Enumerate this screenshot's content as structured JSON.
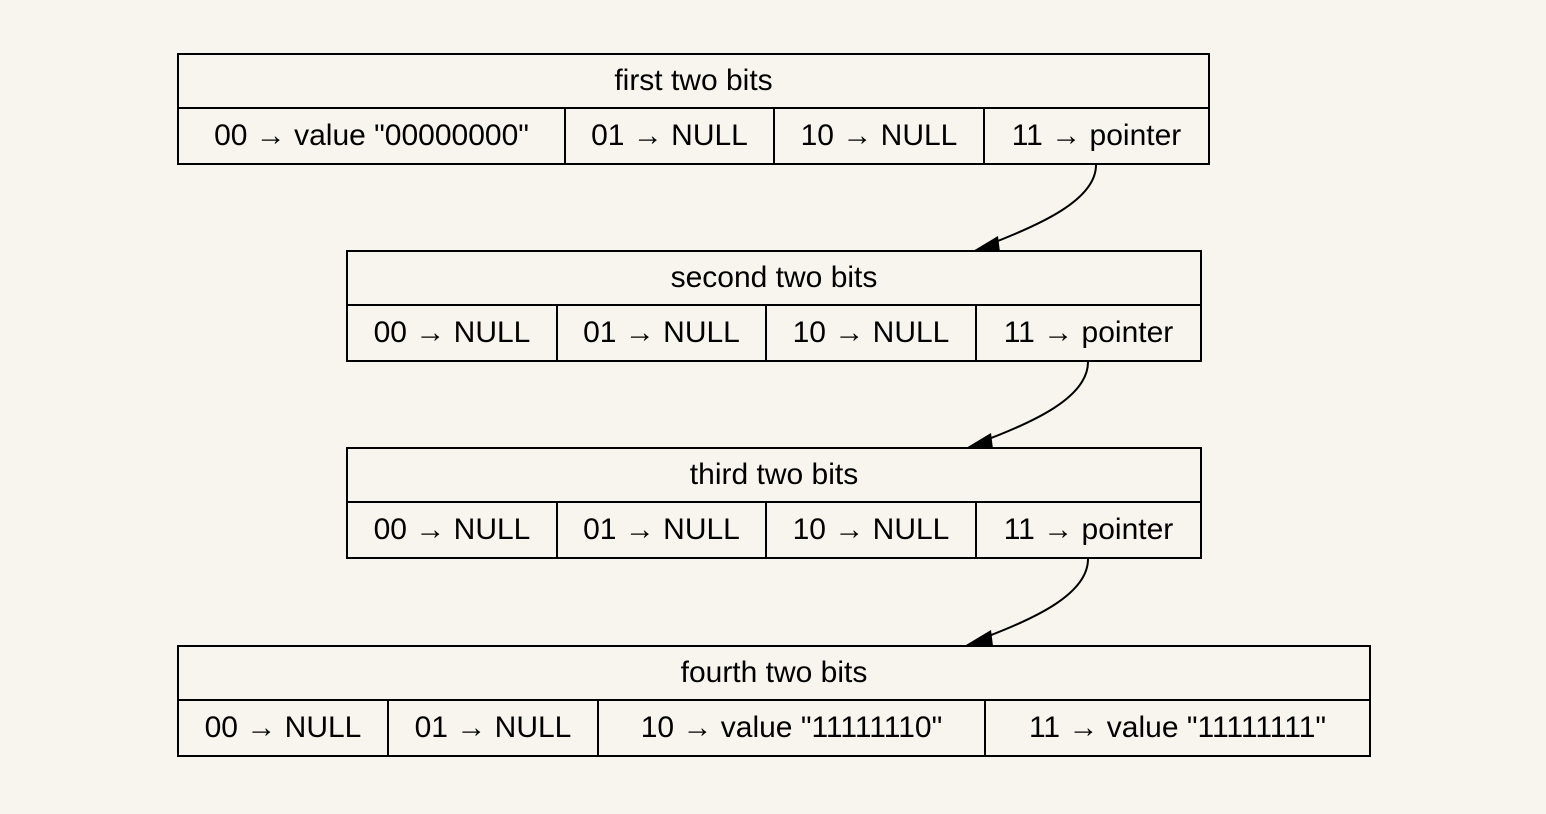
{
  "nodes": [
    {
      "title": "first two bits",
      "cells": [
        "00 → value \"00000000\"",
        "01 → NULL",
        "10 → NULL",
        "11 → pointer"
      ]
    },
    {
      "title": "second two bits",
      "cells": [
        "00 → NULL",
        "01 → NULL",
        "10 → NULL",
        "11 → pointer"
      ]
    },
    {
      "title": "third two bits",
      "cells": [
        "00 → NULL",
        "01 → NULL",
        "10 → NULL",
        "11 → pointer"
      ]
    },
    {
      "title": "fourth two bits",
      "cells": [
        "00 → NULL",
        "01 → NULL",
        "10 → value \"11111110\"",
        "11 → value \"11111111\""
      ]
    }
  ],
  "edges": [
    {
      "from": "first two bits / 11 → pointer",
      "to": "second two bits"
    },
    {
      "from": "second two bits / 11 → pointer",
      "to": "third two bits"
    },
    {
      "from": "third two bits / 11 → pointer",
      "to": "fourth two bits"
    }
  ],
  "colors": {
    "background": "#f8f4ee",
    "stroke": "#000000"
  }
}
